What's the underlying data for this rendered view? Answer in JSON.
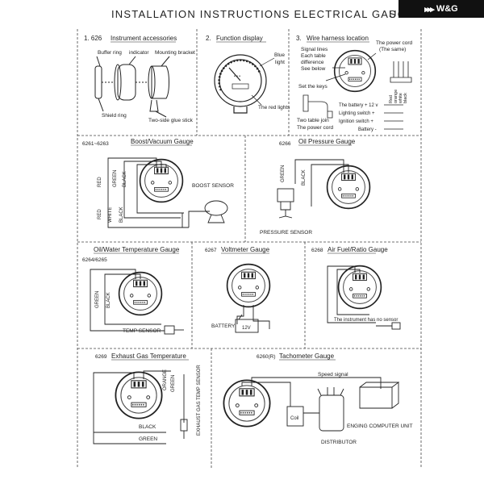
{
  "header": {
    "title": "INSTALLATION INSTRUCTIONS ELECTRICAL GAUGES",
    "title_tail": "S",
    "brand_name": "W&G",
    "brand_mark": "▸▸▸"
  },
  "panel1": {
    "number": "1. 626",
    "heading": "Instrument accessories",
    "buffer_ring": "Buffer ring",
    "indicator": "indicator",
    "mounting_bracket": "Mounting bracket",
    "shield_ring": "Shield ring",
    "two_side_glue": "Two-side glue stick"
  },
  "panel2": {
    "number": "2.",
    "heading": "Function display",
    "blue_light": "Blue",
    "blue_light2": "light",
    "red_lights": "The red lights"
  },
  "panel3": {
    "number": "3.",
    "heading": "Wire harness location",
    "signal_lines": "Signal lines",
    "each_table": "Each table",
    "difference": "difference",
    "see_below": "See below",
    "set_keys": "Set the keys",
    "power_cord": "The power cord",
    "the_same": "(The same)",
    "red": "Red",
    "orange": "orange",
    "white": "white",
    "black": "black",
    "battery": "The battery + 12 v",
    "lighting": "Lighting switch +",
    "ignition": "Ignition switch +",
    "battery_neg": "Battery -",
    "two_table": "Two table join",
    "power_cord2": "The power cord"
  },
  "boost": {
    "number": "6261~6263",
    "heading": "Boost/Vacuum Gauge",
    "red1": "RED",
    "green": "GREEN",
    "black1": "BLACK",
    "red2": "RED",
    "white": "WHITE",
    "black2": "BLACK",
    "sensor": "BOOST SENSOR"
  },
  "oilpressure": {
    "number": "6266",
    "heading": "Oil Pressure Gauge",
    "green": "GREEN",
    "black": "BLACK",
    "sensor": "PRESSURE SENSOR"
  },
  "oilwater": {
    "heading": "Oil/Water Temperature Gauge",
    "number": "6264/6265",
    "green": "GREEN",
    "black": "BLACK",
    "sensor": "TEMP SENSOR"
  },
  "voltmeter": {
    "number": "6267",
    "heading": "Voltmeter Gauge",
    "battery": "BATTERY",
    "volts": "12V"
  },
  "airfuel": {
    "number": "6268",
    "heading": "Air Fuel/Ratio Gauge",
    "note": "The instrument has no sensor"
  },
  "exhaust": {
    "number": "6269",
    "heading": "Exhaust Gas Temperature",
    "orange": "ORANGE",
    "green_v": "GREEN",
    "sensor": "EXHAUST GAS TEMP SENSOR",
    "black": "BLACK",
    "green": "GREEN"
  },
  "tacho": {
    "number": "6260(R)",
    "heading": "Tachometer Gauge",
    "speed_signal": "Speed signal",
    "coil": "Coil",
    "distributor": "DISTRIBUTOR",
    "ecu": "ENGING COMPUTER UNIT"
  }
}
